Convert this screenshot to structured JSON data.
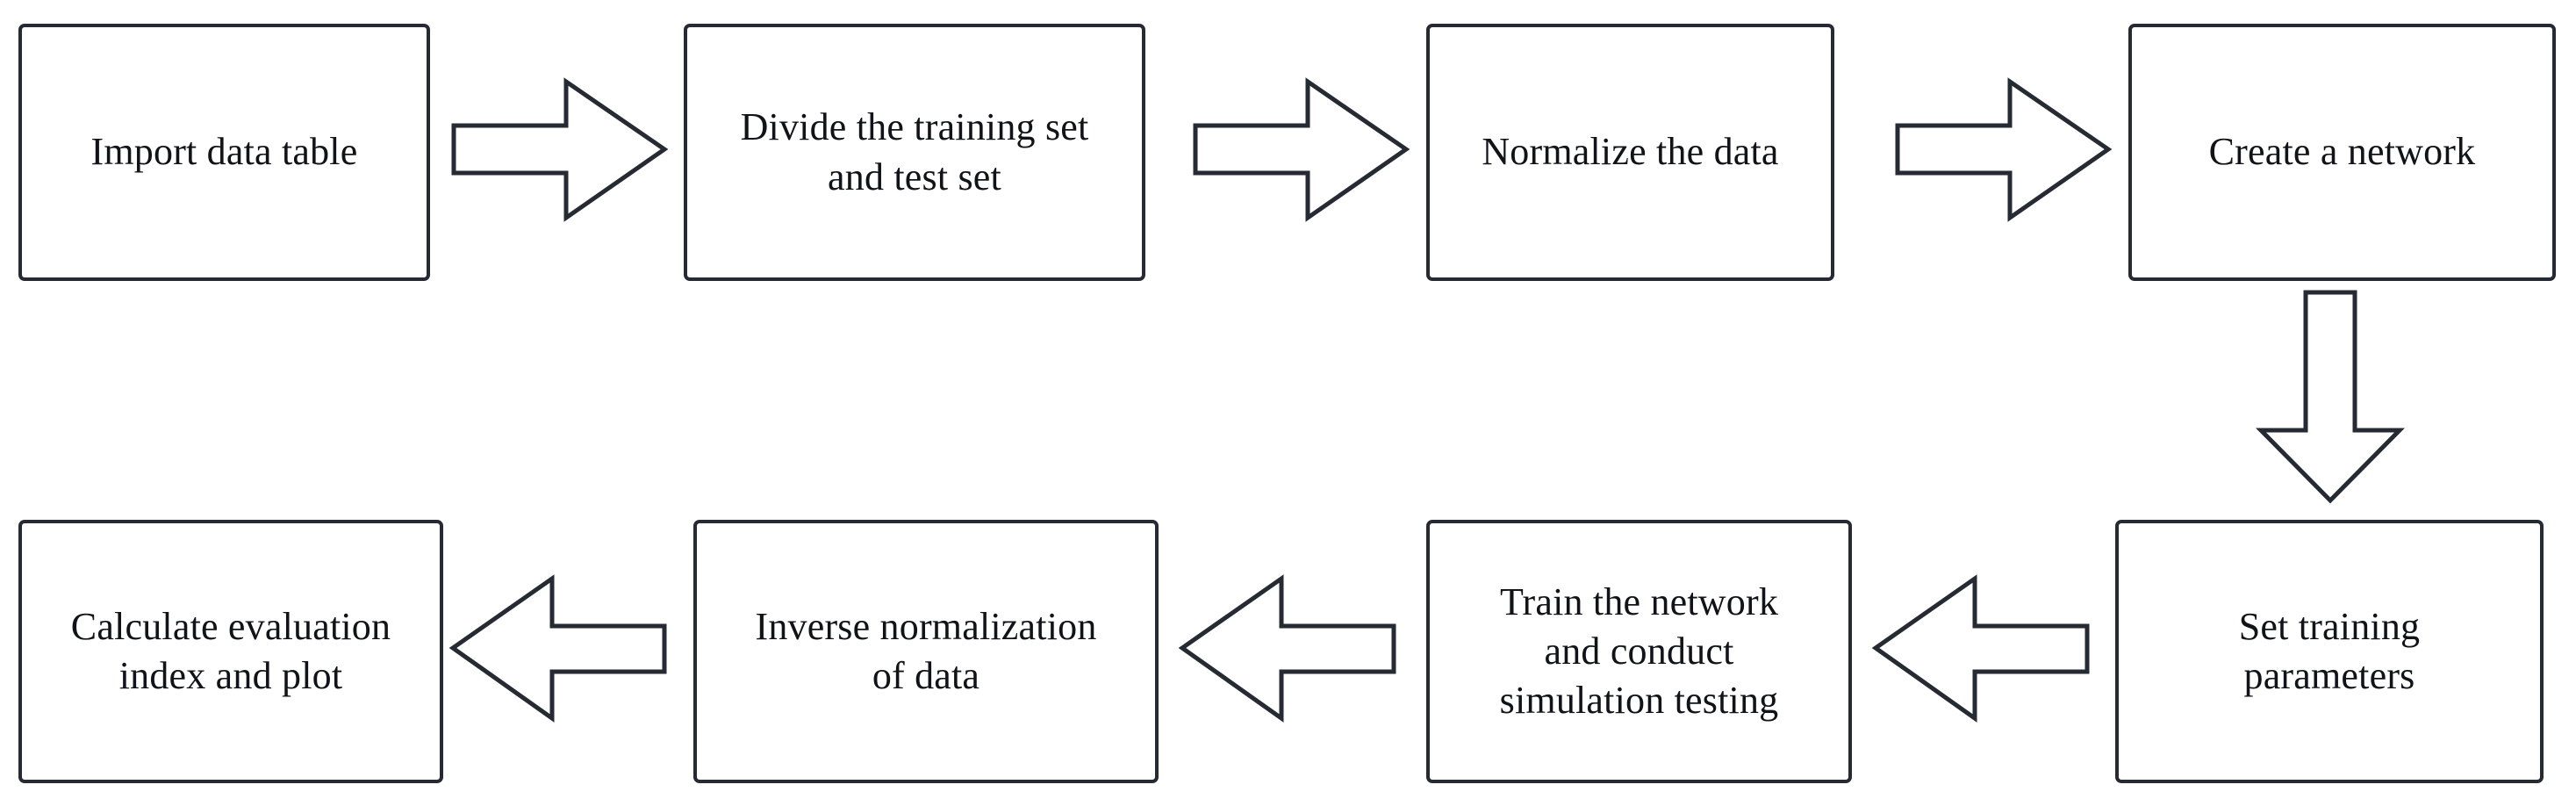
{
  "diagram": {
    "title": "Neural network modelling workflow flowchart",
    "background_color": "#ffffff",
    "stroke_color": "#252a33",
    "fill_color": "#ffffff",
    "text_color": "#111318",
    "nodes": [
      {
        "id": "import",
        "label": "Import data table",
        "row": "top",
        "order": 1
      },
      {
        "id": "divide",
        "label": "Divide the training set and test set",
        "row": "top",
        "order": 2
      },
      {
        "id": "normalize",
        "label": "Normalize the data",
        "row": "top",
        "order": 3
      },
      {
        "id": "create",
        "label": "Create a network",
        "row": "top",
        "order": 4
      },
      {
        "id": "setparams",
        "label": "Set training parameters",
        "row": "bottom",
        "order": 5
      },
      {
        "id": "train",
        "label": "Train the network and conduct simulation testing",
        "row": "bottom",
        "order": 6
      },
      {
        "id": "inverse",
        "label": "Inverse normalization of data",
        "row": "bottom",
        "order": 7
      },
      {
        "id": "calculate",
        "label": "Calculate evaluation index and plot",
        "row": "bottom",
        "order": 8
      }
    ],
    "node_lines": {
      "import": [
        "Import data table"
      ],
      "divide": [
        "Divide the training set",
        "and test set"
      ],
      "normalize": [
        "Normalize the data"
      ],
      "create": [
        "Create a network"
      ],
      "setparams": [
        "Set training",
        "parameters"
      ],
      "train": [
        "Train the network",
        "and conduct",
        "simulation testing"
      ],
      "inverse": [
        "Inverse normalization",
        "of data"
      ],
      "calculate": [
        "Calculate evaluation",
        "index and plot"
      ]
    },
    "connectors": [
      {
        "id": "arrow-import-divide",
        "from": "import",
        "to": "divide",
        "direction": "right"
      },
      {
        "id": "arrow-divide-normalize",
        "from": "divide",
        "to": "normalize",
        "direction": "right"
      },
      {
        "id": "arrow-normalize-create",
        "from": "normalize",
        "to": "create",
        "direction": "right"
      },
      {
        "id": "arrow-create-setparams",
        "from": "create",
        "to": "setparams",
        "direction": "down"
      },
      {
        "id": "arrow-setparams-train",
        "from": "setparams",
        "to": "train",
        "direction": "left"
      },
      {
        "id": "arrow-train-inverse",
        "from": "train",
        "to": "inverse",
        "direction": "left"
      },
      {
        "id": "arrow-inverse-calculate",
        "from": "inverse",
        "to": "calculate",
        "direction": "left"
      }
    ]
  }
}
